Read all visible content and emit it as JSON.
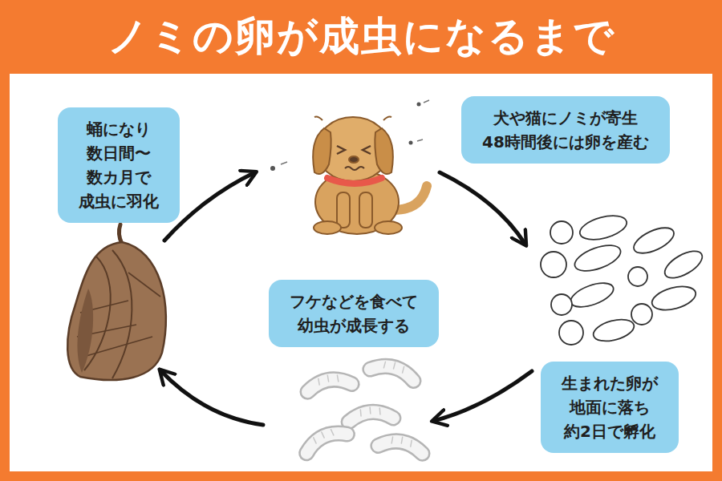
{
  "diagram": {
    "title": "ノミの卵が成虫になるまで",
    "nodes": [
      {
        "text": [
          "蛹になり 数日間〜数カ月で 成虫に羽化"
        ]
      },
      {
        "text": [
          "犬や猫にノミが寄生 48時間後には卵を産む"
        ]
      },
      {
        "text": [
          "フケなどを食べて 幼虫が成長する"
        ]
      },
      {
        "text": [
          "生まれた卵が 地面に落ち 約2日で孵化"
        ]
      }
    ]
  }
}
